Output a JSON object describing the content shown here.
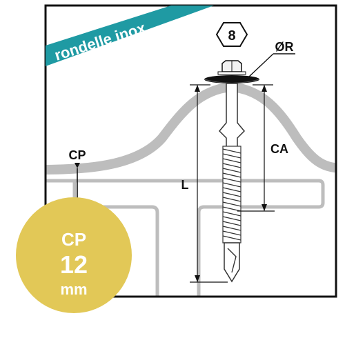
{
  "banner": {
    "text": "rondelle inox",
    "color": "#1f9aa3"
  },
  "hex_head": {
    "size_label": "8"
  },
  "labels": {
    "washer_diameter": "ØR",
    "length": "L",
    "clamping": "CA",
    "thickness_pointer": "CP"
  },
  "badge": {
    "title": "CP",
    "value": "12",
    "unit": "mm",
    "color": "#e2c857"
  },
  "colors": {
    "profile": "#bdbdbd",
    "frame": "#111111",
    "screw": "#333333"
  }
}
